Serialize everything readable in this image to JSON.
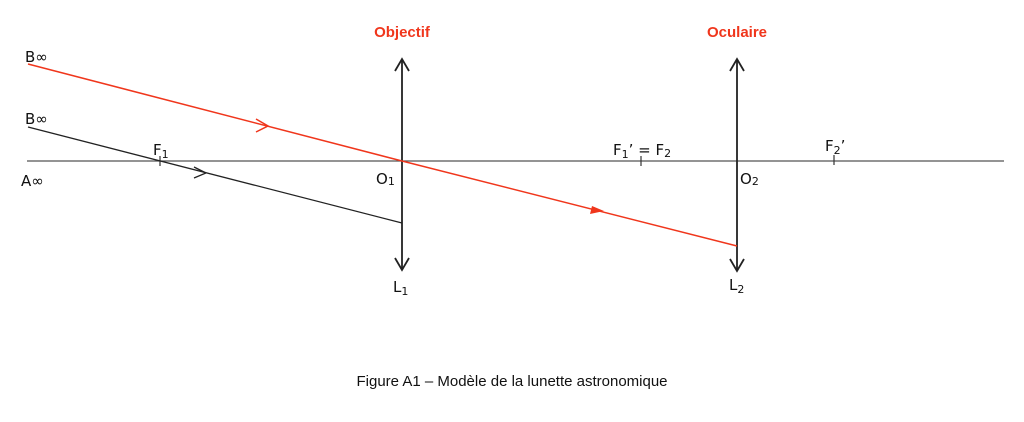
{
  "colors": {
    "ray_red": "#f0361c",
    "ink": "#222222",
    "title_red": "#f0361c"
  },
  "labels": {
    "objectif": "Objectif",
    "oculaire": "Oculaire",
    "b_inf_1": "B∞",
    "b_inf_2": "B∞",
    "a_inf": "A∞",
    "f1": "F",
    "f1_sub": "1",
    "o1": "O",
    "o1_sub": "1",
    "l1": "L",
    "l1_sub": "1",
    "f1p_eq_f2_a": "F",
    "f1p_eq_f2_sub1": "1",
    "f1p_eq_f2_b": "’ = F",
    "f1p_eq_f2_sub2": "2",
    "o2": "O",
    "o2_sub": "2",
    "l2": "L",
    "l2_sub": "2",
    "f2p": "F",
    "f2p_sub": "2",
    "f2p_prime": "’"
  },
  "caption": "Figure A1 – Modèle de la lunette astronomique"
}
